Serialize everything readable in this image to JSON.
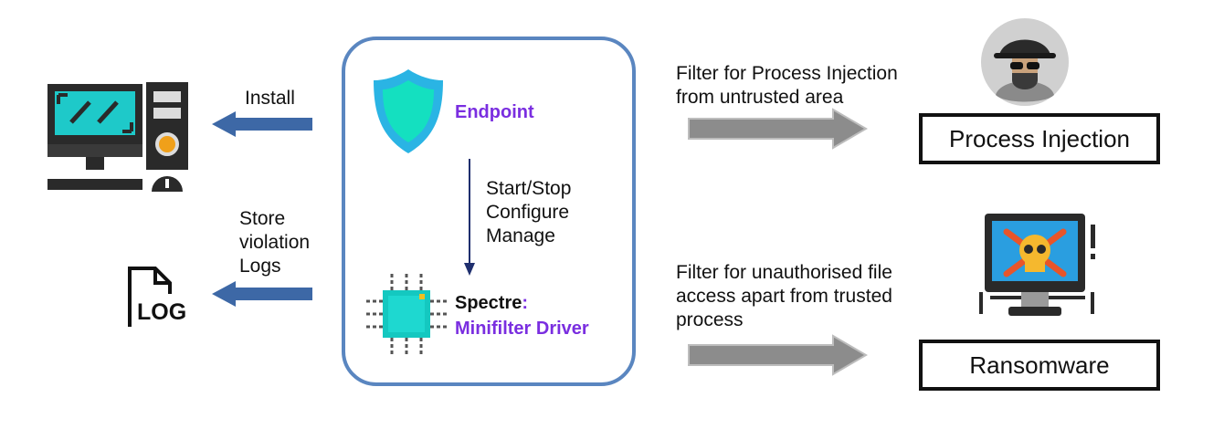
{
  "left": {
    "install_label": "Install",
    "store_label": "Store\nviolation\nLogs",
    "log_icon_text": "LOG"
  },
  "center": {
    "endpoint_label": "Endpoint",
    "actions_label": "Start/Stop\nConfigure\nManage",
    "driver_name": "Spectre",
    "driver_colon": ":",
    "driver_sub": "Minifilter Driver"
  },
  "right": {
    "filter_injection": "Filter for Process Injection\nfrom untrusted area",
    "process_injection_box": "Process Injection",
    "filter_unauthorised": "Filter for unauthorised file\naccess apart from trusted\nprocess",
    "ransomware_box": "Ransomware"
  },
  "colors": {
    "blue_arrow": "#3d68a6",
    "grey_arrow": "#8c8c8c",
    "central_border": "#5a86c0",
    "purple_text": "#7a2ee0",
    "teal": "#14c8c0"
  }
}
